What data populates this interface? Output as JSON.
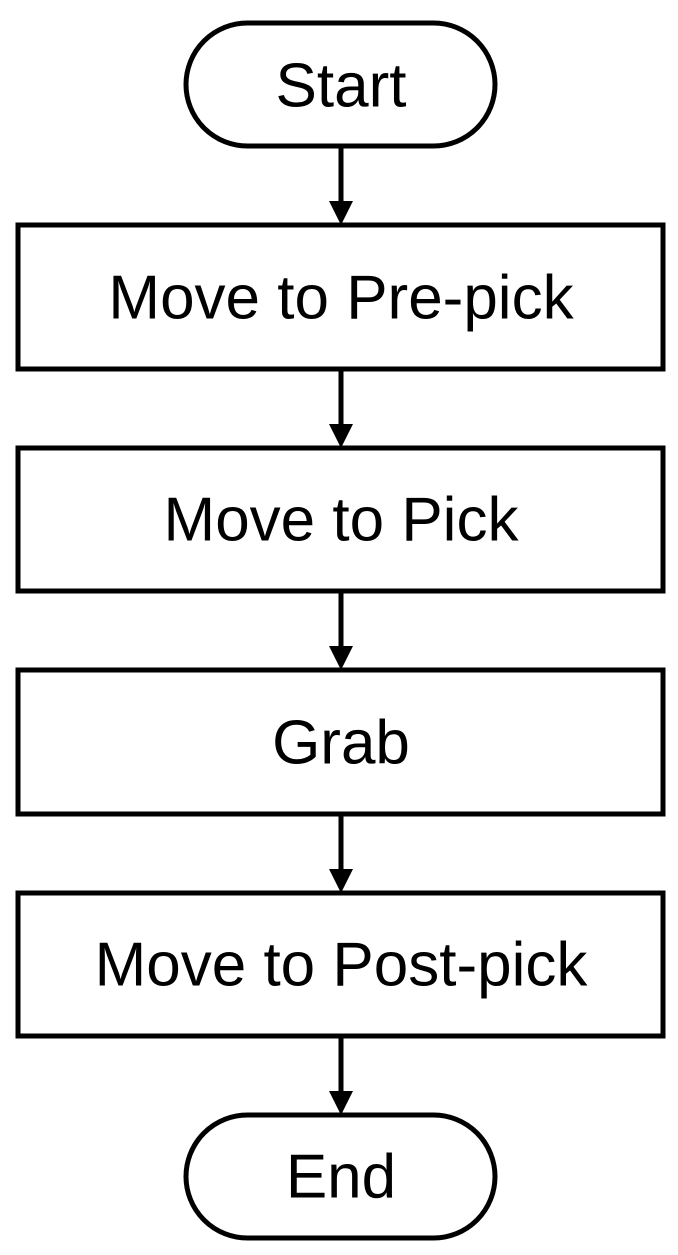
{
  "flowchart": {
    "nodes": [
      {
        "id": "start",
        "shape": "terminator",
        "label": "Start"
      },
      {
        "id": "move-to-pre-pick",
        "shape": "process",
        "label": "Move to Pre-pick"
      },
      {
        "id": "move-to-pick",
        "shape": "process",
        "label": "Move to Pick"
      },
      {
        "id": "grab",
        "shape": "process",
        "label": "Grab"
      },
      {
        "id": "move-to-post-pick",
        "shape": "process",
        "label": "Move to Post-pick"
      },
      {
        "id": "end",
        "shape": "terminator",
        "label": "End"
      }
    ],
    "edges": [
      {
        "from": "start",
        "to": "move-to-pre-pick"
      },
      {
        "from": "move-to-pre-pick",
        "to": "move-to-pick"
      },
      {
        "from": "move-to-pick",
        "to": "grab"
      },
      {
        "from": "grab",
        "to": "move-to-post-pick"
      },
      {
        "from": "move-to-post-pick",
        "to": "end"
      }
    ],
    "colors": {
      "stroke": "#000000",
      "fill": "#ffffff",
      "text": "#000000"
    }
  }
}
